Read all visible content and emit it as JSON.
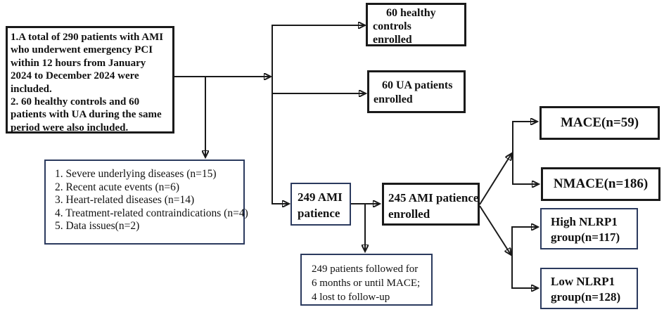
{
  "diagram": {
    "title": "AMI patient study flow diagram",
    "colors": {
      "background": "#ffffff",
      "line": "#1a1a1a",
      "border_black": "#1a1a1a",
      "border_navy": "#2b3a5e",
      "text": "#111111"
    },
    "boxes": {
      "inclusion": {
        "lines": [
          "1.A total of 290 patients with AMI",
          "who underwent emergency PCI",
          "within 12 hours from January",
          "2024 to December 2024 were",
          "included.",
          "2. 60 healthy controls and 60",
          "patients with UA during the same",
          "period were also included."
        ]
      },
      "healthy_controls": {
        "lines": [
          "60 healthy",
          "controls",
          "enrolled"
        ]
      },
      "ua_patients": {
        "lines": [
          "60 UA patients",
          "enrolled"
        ]
      },
      "exclusion": {
        "lines": [
          "1. Severe underlying diseases (n=15)",
          "2. Recent acute events (n=6)",
          "3. Heart-related diseases (n=14)",
          "4. Treatment-related contraindications (n=4)",
          "5. Data issues(n=2)"
        ]
      },
      "ami_249": {
        "lines": [
          "249 AMI",
          "patience"
        ]
      },
      "ami_245": {
        "lines": [
          "245 AMI patience",
          "enrolled"
        ]
      },
      "mace": {
        "label": "MACE(n=59)"
      },
      "nmace": {
        "label": "NMACE(n=186)"
      },
      "high_nlrp1": {
        "lines": [
          "High NLRP1",
          "group(n=117)"
        ]
      },
      "low_nlrp1": {
        "lines": [
          "Low NLRP1",
          "group(n=128)"
        ]
      },
      "followup": {
        "lines": [
          "249 patients followed for",
          "6 months or until MACE;",
          "4 lost to follow-up"
        ]
      }
    }
  }
}
